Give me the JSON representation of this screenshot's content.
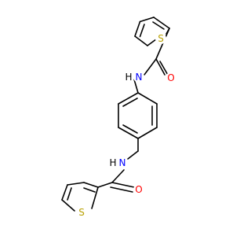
{
  "molecule": {
    "colors": {
      "bond": "#000000",
      "sulfur": "#b8a000",
      "nitrogen": "#0000ff",
      "oxygen": "#ff0000",
      "hydrogen": "#000000"
    },
    "labels": {
      "s_top": "S",
      "s_bottom": "S",
      "n_top": "N",
      "h_top": "H",
      "n_bottom": "N",
      "h_bottom": "H",
      "o_top": "O",
      "o_bottom": "O"
    }
  }
}
